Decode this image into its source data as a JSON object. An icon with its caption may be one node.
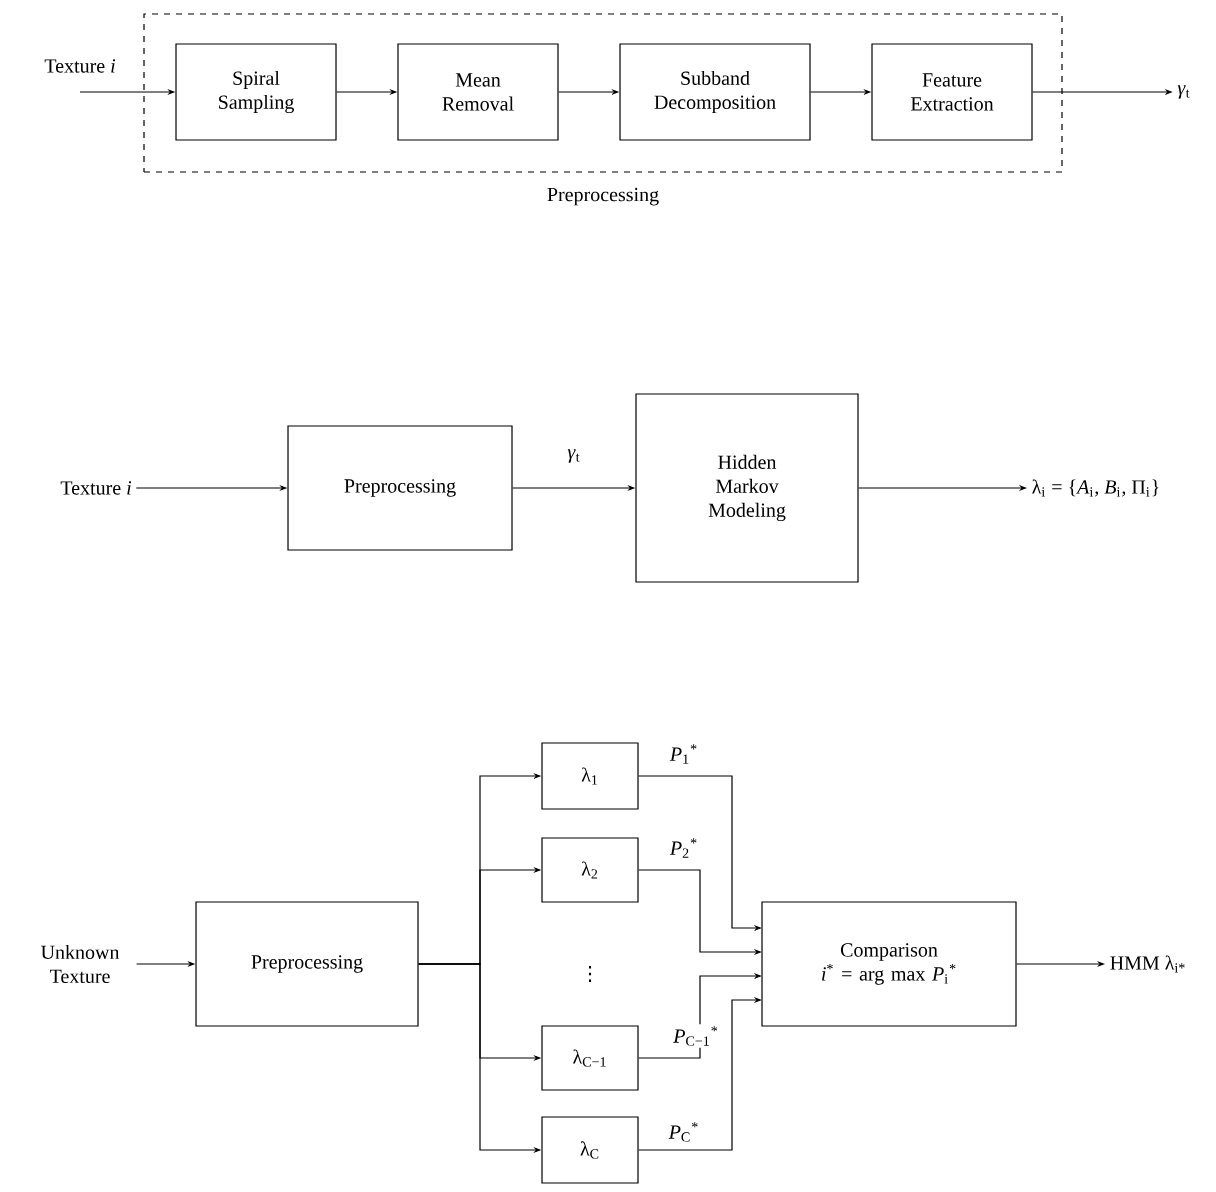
{
  "diagram": {
    "nodes": [
      {
        "text": [
          "Texture *i*"
        ]
      },
      {
        "text": [
          "Preprocessing"
        ]
      },
      {
        "text": [
          "Spiral Sampling"
        ],
        "in": 1
      },
      {
        "text": [
          "Mean Removal"
        ],
        "in": 1
      },
      {
        "text": [
          "Subband Decomposition"
        ],
        "in": 1
      },
      {
        "text": [
          "Feature Extraction"
        ],
        "in": 1
      },
      {
        "text": [
          "*γ*$_{t}$"
        ]
      },
      {
        "text": [
          "Texture *i*"
        ]
      },
      {
        "text": [
          "Preprocessing"
        ]
      },
      {
        "text": [
          "Hidden Markov Modeling"
        ]
      },
      {
        "text": [
          "λ$_{i}$ = {*A*$_{i}$, *B*$_{i}$, Π$_{i}$}"
        ]
      },
      {
        "text": [
          "Unknown Texture"
        ]
      },
      {
        "text": [
          "Preprocessing"
        ]
      },
      {
        "text": [
          "λ$_{1}$"
        ]
      },
      {
        "text": [
          "λ$_{2}$"
        ]
      },
      {
        "text": [
          "λ$_{C−1}$"
        ]
      },
      {
        "text": [
          "λ$_{C}$"
        ]
      },
      {
        "text": [
          "Comparison",
          "*i*$^{*}$ = arg max *P*$_{i}$$^{*}$"
        ]
      },
      {
        "text": [
          "HMM λ$_{i*}$"
        ]
      }
    ],
    "edges": [
      {
        "from": 0,
        "to": 2,
        "arrow": "to"
      },
      {
        "from": 2,
        "to": 3,
        "arrow": "to"
      },
      {
        "from": 3,
        "to": 4,
        "arrow": "to"
      },
      {
        "from": 4,
        "to": 5,
        "arrow": "to"
      },
      {
        "from": 5,
        "to": 6,
        "arrow": "to"
      },
      {
        "from": 7,
        "to": 8,
        "arrow": "to"
      },
      {
        "from": 8,
        "to": 9,
        "arrow": "to",
        "label": "*γ*$_{t}$"
      },
      {
        "from": 9,
        "to": 10,
        "arrow": "to"
      },
      {
        "from": 11,
        "to": 12,
        "arrow": "to"
      },
      {
        "from": 12,
        "to": 13,
        "arrow": "to"
      },
      {
        "from": 12,
        "to": 14,
        "arrow": "to"
      },
      {
        "from": 12,
        "to": 15,
        "arrow": "to"
      },
      {
        "from": 12,
        "to": 16,
        "arrow": "to"
      },
      {
        "from": 13,
        "to": 17,
        "arrow": "to",
        "label": "*P*$_{1}$$^{*}$"
      },
      {
        "from": 14,
        "to": 17,
        "arrow": "to",
        "label": "*P*$_{2}$$^{*}$"
      },
      {
        "from": 15,
        "to": 17,
        "arrow": "to",
        "label": "*P*$_{C−1}$$^{*}$"
      },
      {
        "from": 16,
        "to": 17,
        "arrow": "to",
        "label": "*P*$_{C}$$^{*}$"
      },
      {
        "from": 17,
        "to": 18,
        "arrow": "to"
      }
    ],
    "labels": [
      "⋮"
    ]
  }
}
